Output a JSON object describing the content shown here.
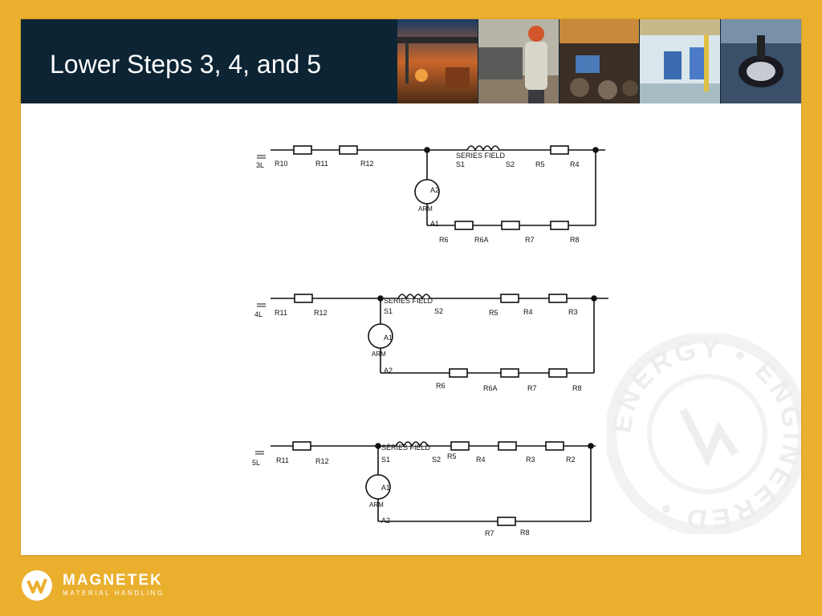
{
  "header": {
    "title": "Lower Steps 3, 4, and 5",
    "photos": [
      "crane-bay-photo",
      "worker-photo",
      "motor-shop-photo",
      "drive-room-photo",
      "crane-hook-photo"
    ]
  },
  "colors": {
    "background": "#EBAF2E",
    "header": "#0c2433",
    "wire": "#111111"
  },
  "diagrams": {
    "step3": {
      "step_label": "3L",
      "series_field": "SERIES FIELD",
      "s1": "S1",
      "s2": "S2",
      "arm": "ARM",
      "arm_top": "A2",
      "arm_bottom": "A1",
      "top_resistors": [
        "R10",
        "R11",
        "R12"
      ],
      "top_right_resistors": [
        "R5",
        "R4"
      ],
      "bottom_resistors": [
        "R6",
        "R6A",
        "R7",
        "R8"
      ]
    },
    "step4": {
      "step_label": "4L",
      "series_field": "SERIES FIELD",
      "s1": "S1",
      "s2": "S2",
      "arm": "ARM",
      "arm_top": "A1",
      "arm_bottom": "A2",
      "top_resistors": [
        "R11",
        "R12"
      ],
      "top_right_resistors": [
        "R5",
        "R4",
        "R3"
      ],
      "bottom_resistors": [
        "R6",
        "R6A",
        "R7",
        "R8"
      ]
    },
    "step5": {
      "step_label": "5L",
      "series_field": "SÉRIES FIELD",
      "s1": "S1",
      "s2": "S2",
      "arm": "ARM",
      "arm_top": "A1",
      "arm_bottom": "A2",
      "top_resistors": [
        "R11",
        "R12"
      ],
      "top_right_resistors": [
        "R5",
        "R4",
        "R3",
        "R2"
      ],
      "bottom_resistors": [
        "R7",
        "R8"
      ]
    }
  },
  "watermark": {
    "text": "ENERGY • ENGINEERED •"
  },
  "footer": {
    "brand_name": "MAGNETEK",
    "brand_sub": "MATERIAL HANDLING"
  }
}
